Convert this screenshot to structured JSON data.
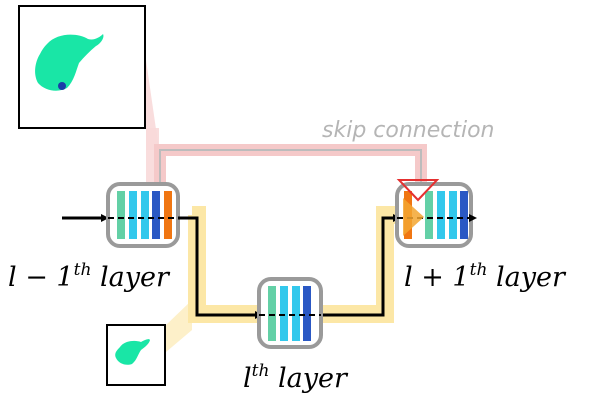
{
  "skip_label": "skip connection",
  "layers": [
    {
      "id": "prev",
      "base": "l − 1",
      "sup": "th",
      "word": " layer"
    },
    {
      "id": "curr",
      "base": "l",
      "sup": "th",
      "word": " layer"
    },
    {
      "id": "next",
      "base": "l + 1",
      "sup": "th",
      "word": " layer"
    }
  ],
  "colors": {
    "skip_band": "#f5c9c9",
    "main_band": "#fce7a6",
    "blob": "#19e6a6",
    "bar_teal": "#63d0a6",
    "bar_cyan": "#33c8ec",
    "bar_blue": "#2a58c4",
    "bar_orange": "#f07612",
    "block_border": "#9a9a9a",
    "triangle_red": "#e53030",
    "triangle_orange": "#f3a630"
  }
}
